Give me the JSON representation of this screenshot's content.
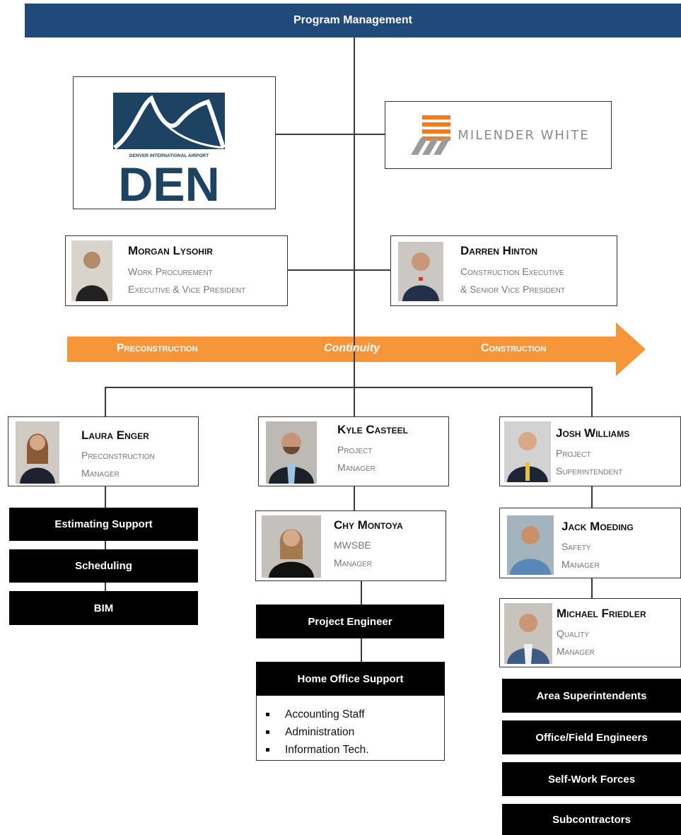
{
  "header": {
    "title": "Program Management"
  },
  "logos": {
    "den_subtitle": "DENVER INTERNATIONAL AIRPORT",
    "den_text": "DEN",
    "mw_text": "MILENDER WHITE"
  },
  "executives": [
    {
      "name": "Morgan Lysohir",
      "title_line1": "Work Procurement",
      "title_line2": "Executive & Vice President"
    },
    {
      "name": "Darren Hinton",
      "title_line1": "Construction Executive",
      "title_line2": "& Senior Vice President"
    }
  ],
  "continuity_arrow": {
    "left": "Preconstruction",
    "center": "Continuity",
    "right": "Construction",
    "color": "#f7953a"
  },
  "managers": [
    {
      "name": "Laura Enger",
      "title_line1": "Preconstruction",
      "title_line2": "Manager"
    },
    {
      "name": "Kyle Casteel",
      "title_line1": "Project",
      "title_line2": "Manager"
    },
    {
      "name": "Josh Williams",
      "title_line1": "Project",
      "title_line2": "Superintendent"
    }
  ],
  "precon_support": [
    "Estimating Support",
    "Scheduling",
    "BIM"
  ],
  "mwsbe": {
    "name": "Chy Montoya",
    "title_line1": "MWSBE",
    "title_line2": "Manager"
  },
  "project_engineer": "Project Engineer",
  "home_office": {
    "title": "Home Office Support",
    "items": [
      "Accounting Staff",
      "Administration",
      "Information Tech."
    ]
  },
  "safety": {
    "name": "Jack Moeding",
    "title_line1": "Safety",
    "title_line2": "Manager"
  },
  "quality": {
    "name": "Michael Friedler",
    "title_line1": "Quality",
    "title_line2": "Manager"
  },
  "field_teams": [
    "Area Superintendents",
    "Office/Field Engineers",
    "Self-Work Forces",
    "Subcontractors"
  ],
  "colors": {
    "header_blue": "#1f4a7a",
    "den_navy": "#1d4262",
    "mw_orange": "#f47b20"
  }
}
